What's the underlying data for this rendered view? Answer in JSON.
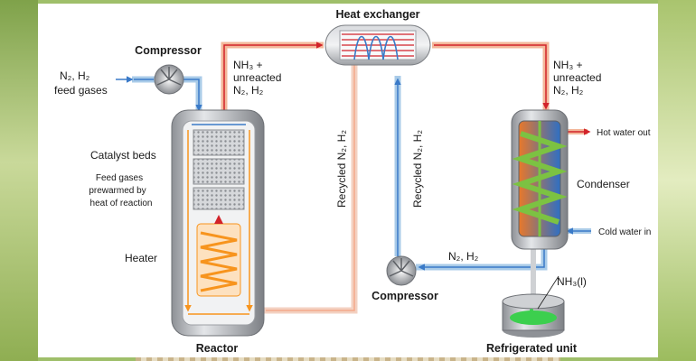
{
  "labels": {
    "heat_exchanger": "Heat exchanger",
    "compressor_top": "Compressor",
    "feed_gases_formula": "N₂, H₂",
    "feed_gases": "feed gases",
    "nh3_plus_left": "NH₃ +",
    "unreacted_left": "unreacted",
    "n2h2_left": "N₂, H₂",
    "nh3_plus_right": "NH₃ +",
    "unreacted_right": "unreacted",
    "n2h2_right": "N₂, H₂",
    "catalyst_beds": "Catalyst beds",
    "prewarm_1": "Feed gases",
    "prewarm_2": "prewarmed by",
    "prewarm_3": "heat of reaction",
    "heater": "Heater",
    "reactor": "Reactor",
    "recycled_1": "Recycled N₂, H₂",
    "recycled_2": "Recycled N₂, H₂",
    "hot_water_out": "Hot water out",
    "condenser": "Condenser",
    "cold_water_in": "Cold water in",
    "n2h2_bottom": "N₂, H₂",
    "compressor_bottom": "Compressor",
    "nh3_liquid": "NH₃(l)",
    "refrigerated_unit": "Refrigerated unit"
  },
  "colors": {
    "hot_flow": "#d2232a",
    "cold_flow": "#3a7ac8",
    "warm_pipe": "#f3b79a",
    "cool_pipe": "#a9cbe8",
    "vessel": "#b9bcc1",
    "heater_coil": "#f7941d",
    "condenser_coil": "#7cc242",
    "ammonia_liquid": "#3ccf4e"
  }
}
